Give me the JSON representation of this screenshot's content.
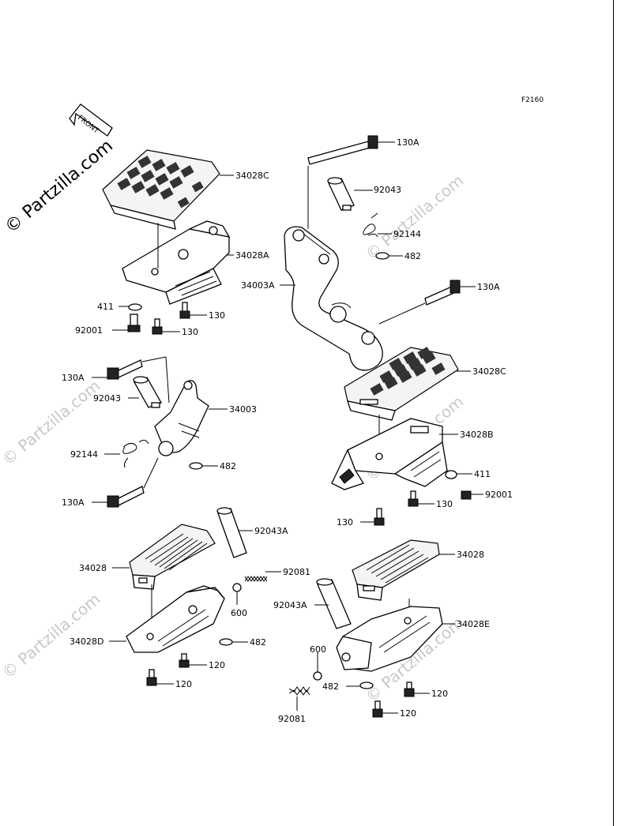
{
  "diagram": {
    "figure_code": "F2160",
    "front_label": "FRONT",
    "watermark_brand": "© Partzilla.com",
    "watermark_repeat": "© Partzilla.com",
    "labels": {
      "l01": "34028C",
      "l02": "92043",
      "l03": "130A",
      "l04": "92144",
      "l05": "482",
      "l06": "34028A",
      "l07": "34003A",
      "l08": "130A",
      "l09": "411",
      "l10": "130",
      "l11": "92001",
      "l12": "130",
      "l13": "130A",
      "l14": "92043",
      "l15": "34003",
      "l16": "92144",
      "l17": "482",
      "l18": "130A",
      "l19": "34028C",
      "l20": "34028B",
      "l21": "411",
      "l22": "92001",
      "l23": "130",
      "l24": "130",
      "l25": "92043A",
      "l26": "34028",
      "l27": "92081",
      "l28": "600",
      "l29": "34028D",
      "l30": "482",
      "l31": "120",
      "l32": "120",
      "l33": "34028",
      "l34": "92043A",
      "l35": "34028E",
      "l36": "600",
      "l37": "482",
      "l38": "120",
      "l39": "92081",
      "l40": "120"
    }
  }
}
